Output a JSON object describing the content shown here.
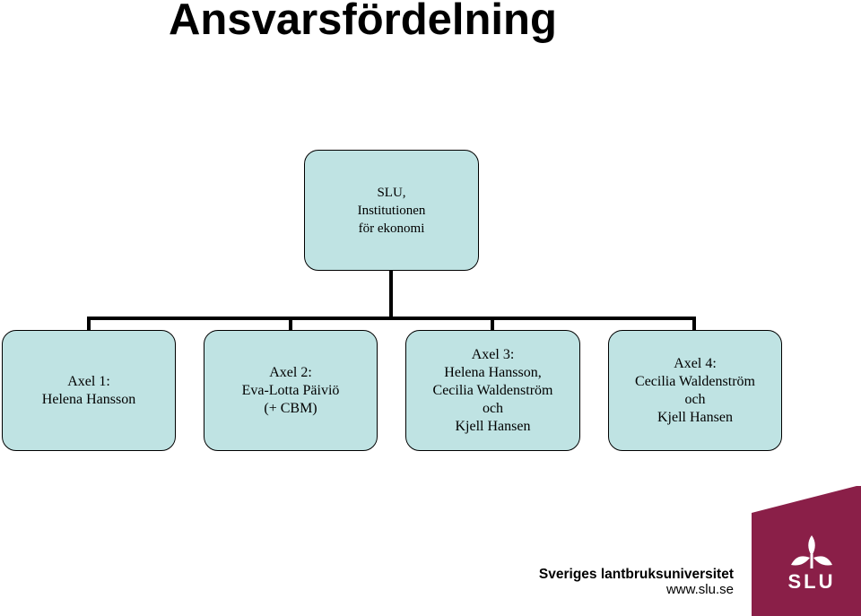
{
  "title": "Ansvarsfördelning",
  "root": {
    "lines": [
      "SLU,",
      "Institutionen",
      "för ekonomi"
    ]
  },
  "children": [
    {
      "lines": [
        "Axel 1:",
        "Helena Hansson"
      ]
    },
    {
      "lines": [
        "Axel 2:",
        "Eva-Lotta Päiviö",
        "(+ CBM)"
      ]
    },
    {
      "lines": [
        "Axel 3:",
        "Helena Hansson,",
        "Cecilia Waldenström",
        "och",
        "Kjell Hansen"
      ]
    },
    {
      "lines": [
        "Axel 4:",
        "Cecilia Waldenström",
        "och",
        "Kjell Hansen"
      ]
    }
  ],
  "footer": {
    "name": "Sveriges lantbruksuniversitet",
    "url": "www.slu.se",
    "logo_text": "SLU"
  },
  "colors": {
    "node_fill": "#bfe3e3",
    "logo_bg": "#8a1f48"
  },
  "icons": {
    "logo": "slu-logo-icon"
  }
}
